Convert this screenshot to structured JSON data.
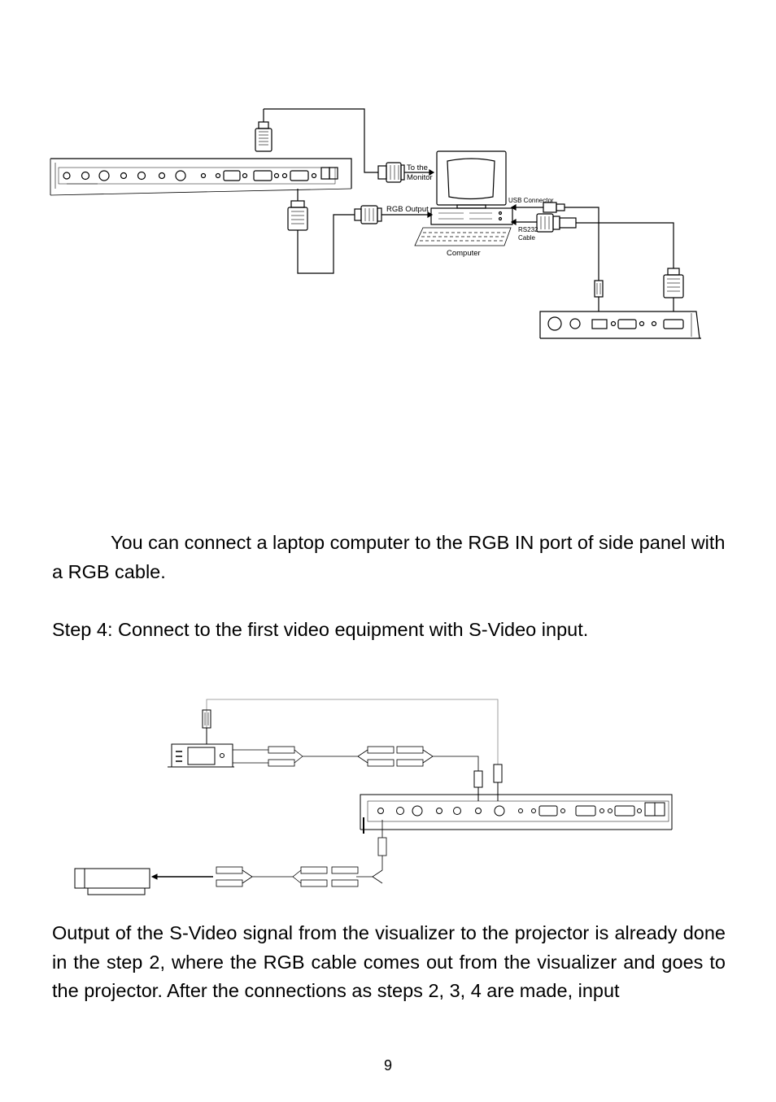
{
  "diagram1": {
    "labels": {
      "to_the_monitor_line1": "To the",
      "to_the_monitor_line2": "Monitor",
      "rgb_output": "RGB Output",
      "usb_connector": "USB Connector",
      "rs232_line1": "RS232",
      "rs232_line2": "Cable",
      "computer": "Computer"
    }
  },
  "paragraph1": {
    "text": "You can connect a laptop computer to the RGB IN port of side panel with a RGB cable."
  },
  "step4": {
    "text": "Step 4: Connect to the first video equipment with S-Video input."
  },
  "paragraph2": {
    "text": "Output of the S-Video signal from the visualizer to the projector is already done in the step 2, where the RGB cable comes out from the visualizer and goes to the projector. After the connections as steps 2, 3, 4 are made, input"
  },
  "page": {
    "number": "9"
  }
}
